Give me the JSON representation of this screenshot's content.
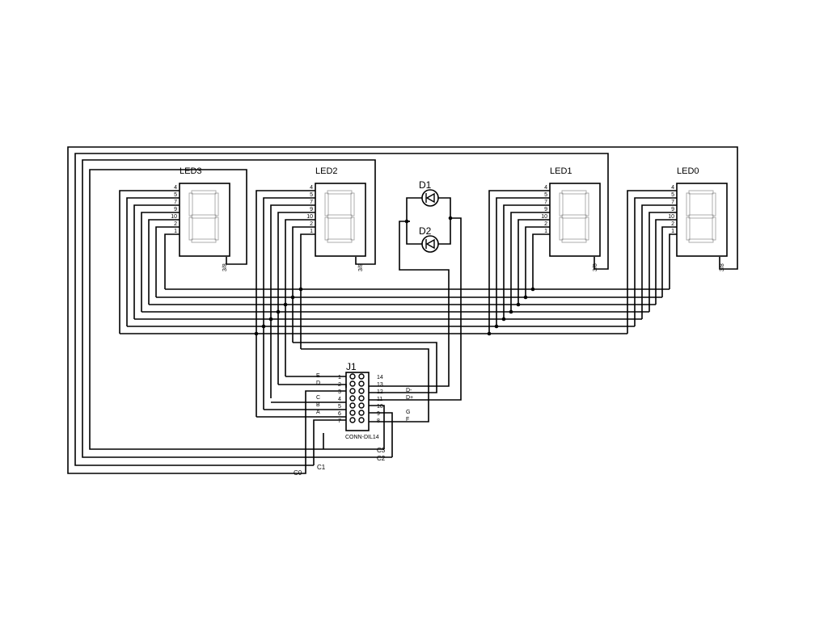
{
  "leds": [
    {
      "ref": "LED3",
      "pins": [
        "4",
        "5",
        "7",
        "9",
        "10",
        "2",
        "1"
      ],
      "common": "3/8"
    },
    {
      "ref": "LED2",
      "pins": [
        "4",
        "5",
        "7",
        "9",
        "10",
        "2",
        "1"
      ],
      "common": "3/8"
    },
    {
      "ref": "LED1",
      "pins": [
        "4",
        "5",
        "7",
        "9",
        "10",
        "2",
        "1"
      ],
      "common": "3/8"
    },
    {
      "ref": "LED0",
      "pins": [
        "4",
        "5",
        "7",
        "9",
        "10",
        "2",
        "1"
      ],
      "common": "3/8"
    }
  ],
  "diodes": [
    {
      "ref": "D1"
    },
    {
      "ref": "D2"
    }
  ],
  "connector": {
    "ref": "J1",
    "value": "CONN-DIL14",
    "left_pins": [
      "1",
      "2",
      "3",
      "4",
      "5",
      "6",
      "7"
    ],
    "right_pins": [
      "14",
      "13",
      "12",
      "11",
      "10",
      "9",
      "8"
    ],
    "left_nets": [
      "E",
      "D",
      "",
      "C",
      "B",
      "A",
      ""
    ],
    "right_nets": [
      "",
      "",
      "D-",
      "D+",
      "",
      "G",
      "F"
    ],
    "bottom_nets": [
      "C3",
      "C2",
      "C1",
      "C0"
    ]
  }
}
